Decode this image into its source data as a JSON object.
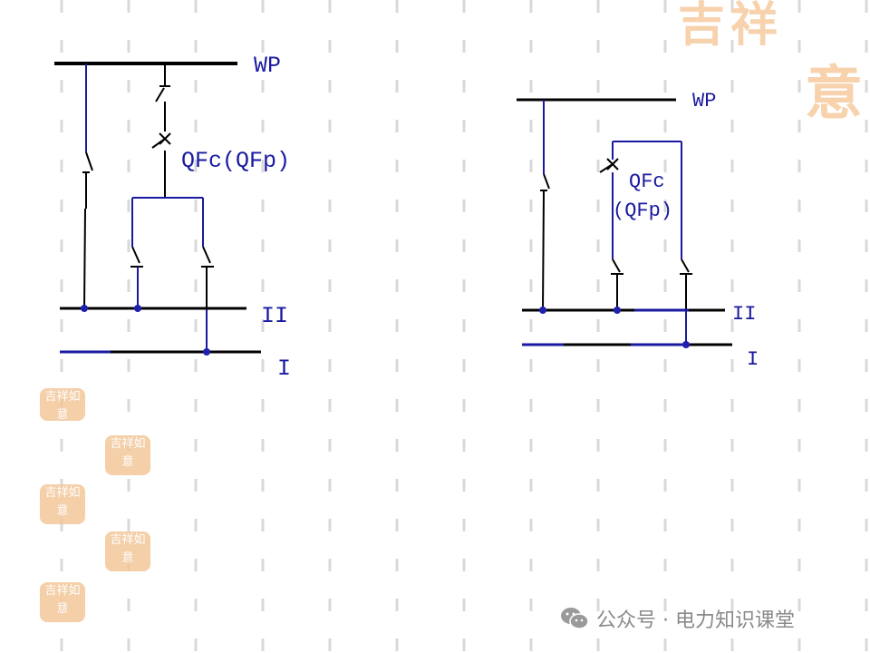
{
  "left_diagram": {
    "bus_wp": "WP",
    "breaker_label": "QFc(QFp)",
    "bus_ii": "II",
    "bus_i": "I"
  },
  "right_diagram": {
    "bus_wp": "WP",
    "breaker_label_line1": "QFc",
    "breaker_label_line2": "(QFp)",
    "bus_ii": "II",
    "bus_i": "I"
  },
  "decorations": {
    "corner_mark": "吉祥",
    "corner_mark_2": "意",
    "seal_text": "吉祥如意"
  },
  "watermark": {
    "icon": "wechat-icon",
    "text": "公众号 · 电力知识课堂"
  },
  "colors": {
    "wire_black": "#000000",
    "wire_blue": "#1a1aa0",
    "node_blue": "#2020b0",
    "label_blue": "#1a1aa0",
    "grid_dash": "#d9d9d9",
    "seal_orange": "#f3c79a"
  }
}
